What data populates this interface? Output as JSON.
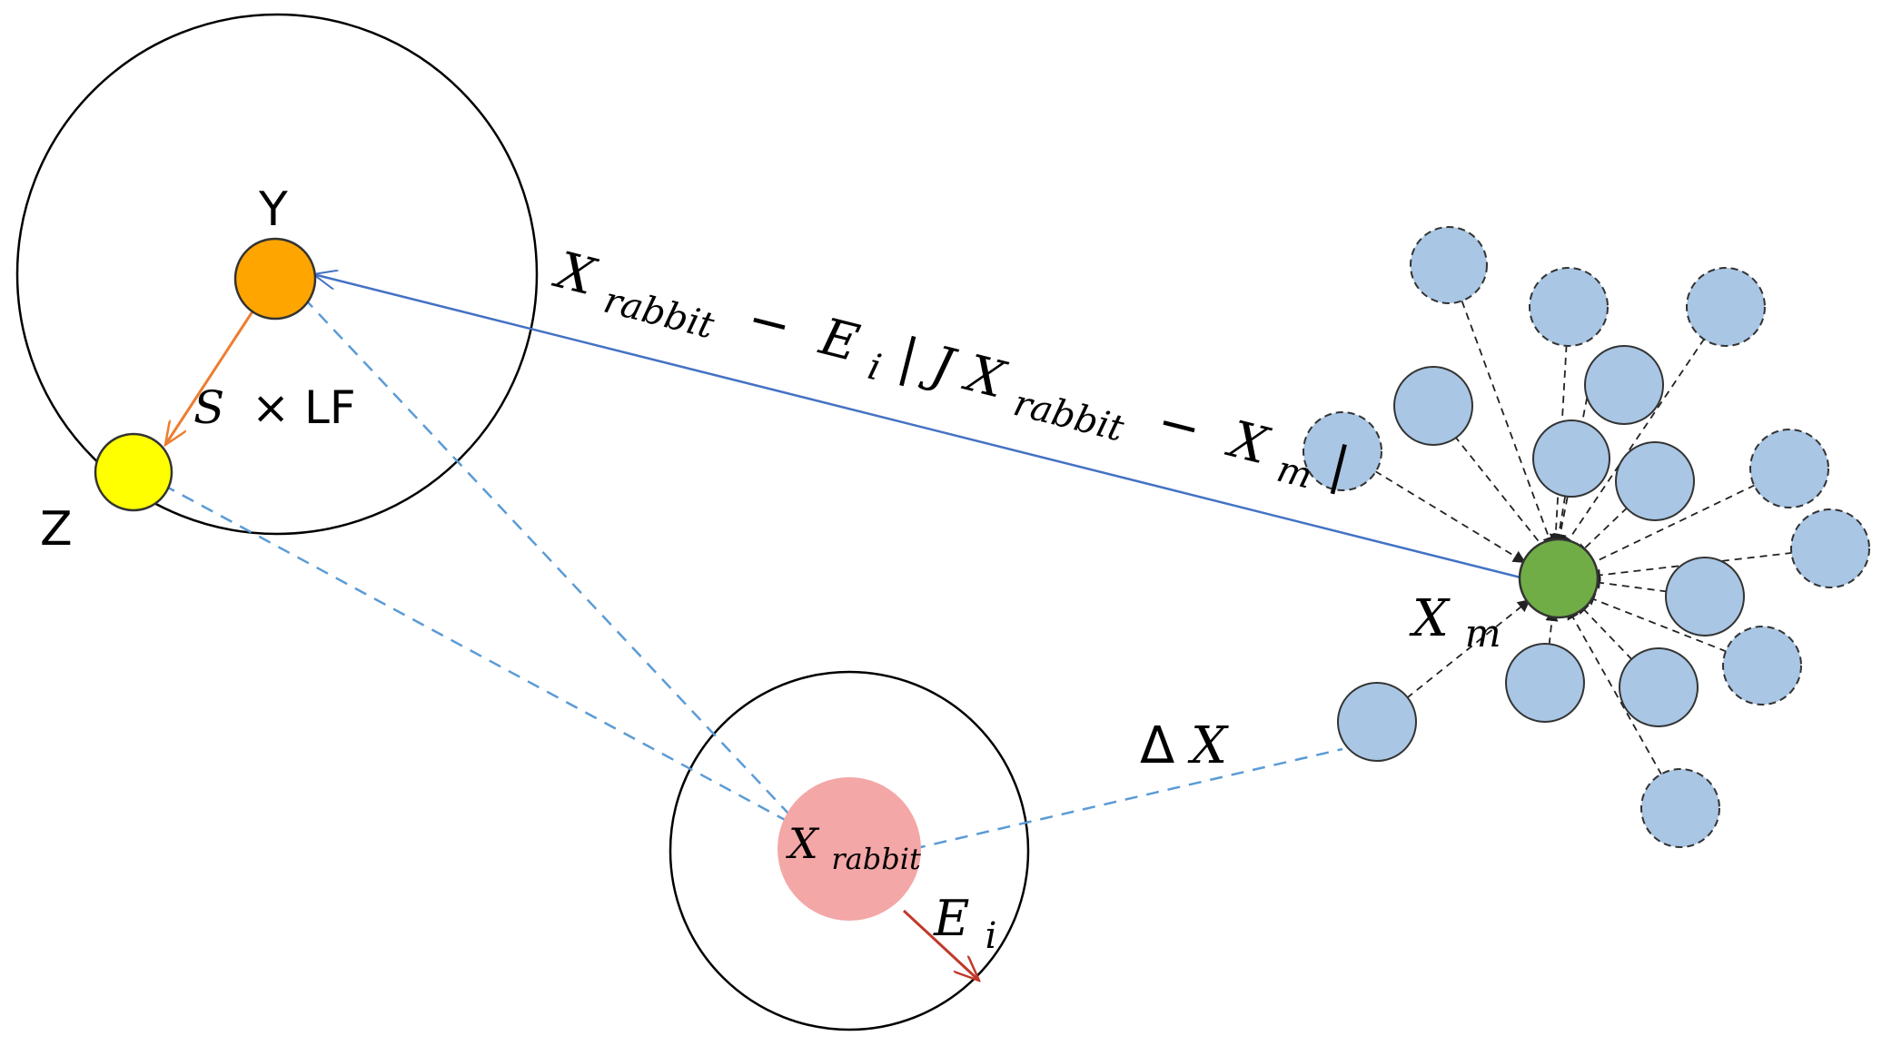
{
  "labels": {
    "y": "Y",
    "z": "Z",
    "s_lf": {
      "s": "S",
      "times": "×",
      "lf": "LF"
    },
    "xm": {
      "base": "X",
      "sub": "m"
    },
    "delta_x": {
      "delta": "Δ",
      "x": "X"
    },
    "x_rabbit": {
      "base": "X",
      "sub": "rabbit"
    },
    "e_i": {
      "base": "E",
      "sub": "i"
    },
    "formula": {
      "x1": "X",
      "sub1": "rabbit",
      "minus1": " − ",
      "e": "E",
      "esub": "i",
      "bar1": "|",
      "j": "J",
      "x2": "X",
      "sub2": "rabbit",
      "minus2": " − ",
      "x3": "X",
      "sub3": "m",
      "bar2": "|"
    }
  },
  "colors": {
    "y_node": "#FFA500",
    "z_node": "#FFFF00",
    "xm_node": "#70AD47",
    "rabbit_node": "#F4A7A7",
    "hawk_nodes": "#A9C6E4",
    "orange_arrow": "#ED7D31",
    "blue_arrow": "#4472C4",
    "dashed_blue": "#5B9BD5",
    "red_arrow": "#C0392B"
  }
}
